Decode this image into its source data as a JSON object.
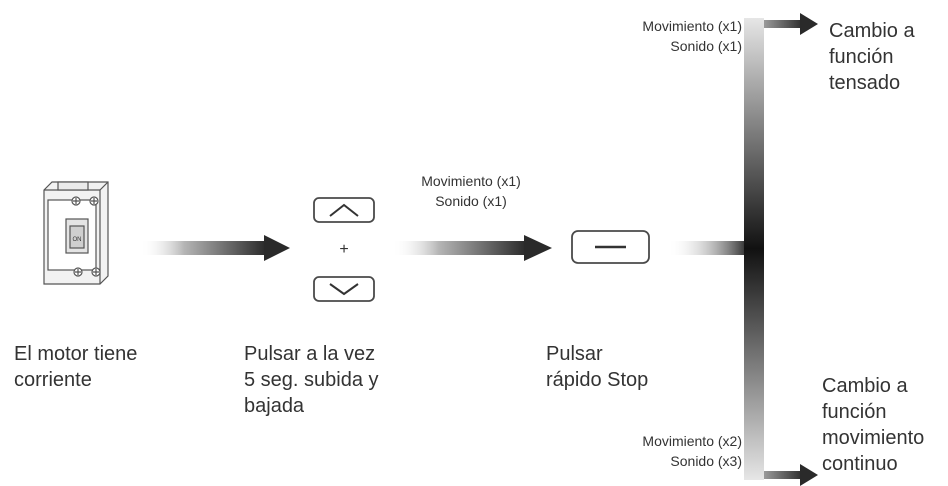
{
  "steps": {
    "step1": {
      "lines": [
        "El motor tiene",
        "corriente"
      ]
    },
    "step2": {
      "lines": [
        "Pulsar a la vez",
        "5 seg. subida y",
        "bajada"
      ]
    },
    "step3": {
      "lines": [
        "Pulsar",
        "rápido Stop"
      ]
    }
  },
  "plus_sign": "+",
  "breaker_label": "ON",
  "feedback": {
    "middle": [
      "Movimiento (x1)",
      "Sonido (x1)"
    ],
    "top": [
      "Movimiento (x1)",
      "Sonido (x1)"
    ],
    "bottom": [
      "Movimiento (x2)",
      "Sonido (x3)"
    ]
  },
  "results": {
    "top": [
      "Cambio a",
      "función",
      "tensado"
    ],
    "bottom": [
      "Cambio a",
      "función",
      "movimiento",
      "continuo"
    ]
  },
  "colors": {
    "arrow_dark": "#2a2a2a",
    "text": "#333333",
    "outline": "#4a4a4a"
  }
}
